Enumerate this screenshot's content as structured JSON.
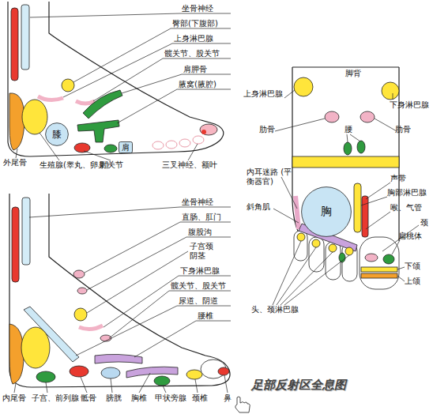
{
  "diagram": {
    "title": "足部反射区全息图",
    "nodes": [
      {
        "text": [
          "膝"
        ]
      },
      {
        "text": [
          "肩"
        ]
      },
      {
        "text": [
          "胸"
        ]
      }
    ],
    "labels": [
      "坐骨神经",
      "臀部(下腹部)",
      "上身淋巴腺",
      "髋关节、股关节",
      "肩胛骨",
      "腋窝(腋腔)",
      "外尾骨",
      "生殖腺(睾丸、卵巢)",
      "肘关节",
      "三叉神经、额叶",
      "脚背",
      "上身淋巴腺",
      "下身淋巴腺",
      "肋骨",
      "腰",
      "肋骨",
      "内耳迷路 (平衡器官)",
      "声带",
      "胸部淋巴腺",
      "斜角肌",
      "喉、气管",
      "颈",
      "扁桃体",
      "下颌",
      "上颌",
      "头、颈淋巴腺",
      "坐骨神经",
      "直肠、肛门",
      "腹股沟",
      "子宫颈 阴茎",
      "下身淋巴腺",
      "髋关节、股关节",
      "尿道、阴道",
      "腰椎",
      "内尾骨",
      "子宫、前列腺",
      "骶骨",
      "膀胱",
      "胸椎",
      "甲状旁腺",
      "颈椎",
      "鼻"
    ]
  }
}
